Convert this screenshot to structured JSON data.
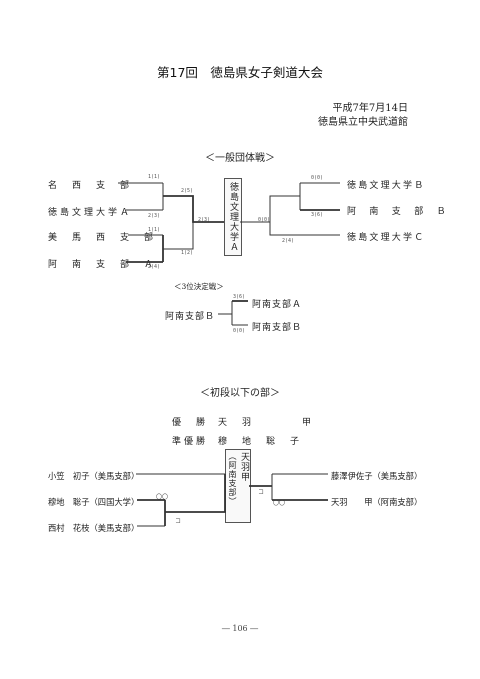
{
  "title": "第17回　徳島県女子剣道大会",
  "date": "平成7年7月14日",
  "venue": "徳島県立中央武道館",
  "section_team": "＜一般団体戦＞",
  "team_left": [
    "名　西　支　部",
    "徳島文理大学Ａ",
    "美　馬　西　支　部",
    "阿　南　支　部　Ａ"
  ],
  "team_right": [
    "徳島文理大学Ｂ",
    "阿　南　支　部　Ｂ",
    "徳島文理大学Ｃ"
  ],
  "team_winner": "徳島文理大学Ａ",
  "team_scores": {
    "s1": "1(1)",
    "s2": "2(3)",
    "s3": "2(5)",
    "s4": "1(1)",
    "s5": "2(4)",
    "s6": "1(2)",
    "s7": "2(3)",
    "s8": "0(0)",
    "s9": "0(0)",
    "s10": "3(6)",
    "s11": "2(4)"
  },
  "section_third": "＜3位決定戦＞",
  "third_left": "阿南支部Ｂ",
  "third_right": [
    "阿南支部Ａ",
    "阿南支部Ｂ"
  ],
  "third_scores": {
    "t1": "3(6)",
    "t2": "0(0)"
  },
  "section_individual": "＜初段以下の部＞",
  "honors": [
    {
      "rank": "優　勝",
      "name": "天　羽　　　　甲"
    },
    {
      "rank": "準優勝",
      "name": "穆　地　聡　子"
    }
  ],
  "ind_left": [
    "小笠　初子（美馬支部）",
    "穆地　聡子（四国大学）",
    "西村　花枝（美馬支部）"
  ],
  "ind_right": [
    "藤澤伊佐子（美馬支部）",
    "天羽　　甲（阿南支部）"
  ],
  "ind_winner": "天羽甲",
  "ind_winner_club": "（阿南支部）",
  "ind_marks": {
    "m1": "〇〇",
    "m2": "コ",
    "m3": "コ",
    "m4": "〇〇"
  },
  "page_number": "― 106 ―"
}
